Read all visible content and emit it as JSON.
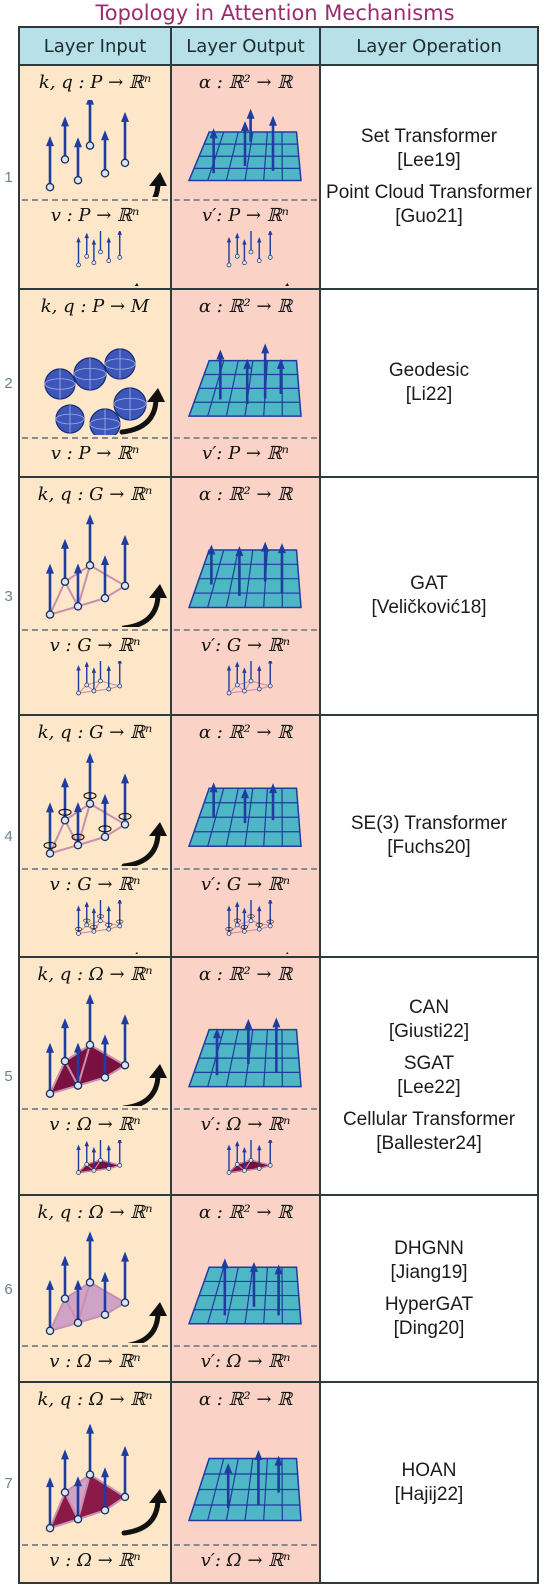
{
  "title": "Topology in Attention Mechanisms",
  "headers": {
    "input": "Layer Input",
    "output": "Layer Output",
    "operation": "Layer Operation"
  },
  "colors": {
    "title": "#9b2c6d",
    "header_bg": "#b7e0e8",
    "input_bg": "#fde7c8",
    "output_bg": "#fbd3c6",
    "arrow": "#1f3c9e",
    "grid": "#4fb6c6"
  },
  "rows": [
    {
      "num": "1",
      "kq": "k, q : P → ℝⁿ",
      "alpha": "α : ℝ² → ℝ",
      "v": "v : P → ℝⁿ",
      "vout": "v′: P → ℝⁿ",
      "ops": [
        {
          "name": "Set Transformer",
          "ref": "[Lee19]"
        },
        {
          "name": "Point Cloud Transformer",
          "ref": "[Guo21]"
        }
      ]
    },
    {
      "num": "2",
      "kq": "k, q : P → M",
      "alpha": "α : ℝ² → ℝ",
      "v": "v : P → ℝⁿ",
      "vout": "v′: P → ℝⁿ",
      "ops": [
        {
          "name": "Geodesic",
          "ref": "[Li22]"
        }
      ]
    },
    {
      "num": "3",
      "kq": "k, q : G → ℝⁿ",
      "alpha": "α : ℝ² → ℝ",
      "v": "v : G → ℝⁿ",
      "vout": "v′: G → ℝⁿ",
      "ops": [
        {
          "name": "GAT",
          "ref": "[Veličković18]"
        }
      ]
    },
    {
      "num": "4",
      "kq": "k, q : G → ℝⁿ",
      "alpha": "α : ℝ² → ℝ",
      "v": "v : G → ℝⁿ",
      "vout": "v′: G → ℝⁿ",
      "ops": [
        {
          "name": "SE(3) Transformer",
          "ref": "[Fuchs20]"
        }
      ]
    },
    {
      "num": "5",
      "kq": "k, q : Ω → ℝⁿ",
      "alpha": "α : ℝ² → ℝ",
      "v": "v : Ω → ℝⁿ",
      "vout": "v′: Ω → ℝⁿ",
      "ops": [
        {
          "name": "CAN",
          "ref": "[Giusti22]"
        },
        {
          "name": "SGAT",
          "ref": "[Lee22]"
        },
        {
          "name": "Cellular Transformer",
          "ref": "[Ballester24]"
        }
      ]
    },
    {
      "num": "6",
      "kq": "k, q : Ω → ℝⁿ",
      "alpha": "α : ℝ² → ℝ",
      "v": "v : Ω → ℝⁿ",
      "vout": "v′: Ω → ℝⁿ",
      "ops": [
        {
          "name": "DHGNN",
          "ref": "[Jiang19]"
        },
        {
          "name": "HyperGAT",
          "ref": "[Ding20]"
        }
      ]
    },
    {
      "num": "7",
      "kq": "k, q : Ω → ℝⁿ",
      "alpha": "α : ℝ² → ℝ",
      "v": "v : Ω → ℝⁿ",
      "vout": "v′: Ω → ℝⁿ",
      "ops": [
        {
          "name": "HOAN",
          "ref": "[Hajij22]"
        }
      ]
    }
  ]
}
